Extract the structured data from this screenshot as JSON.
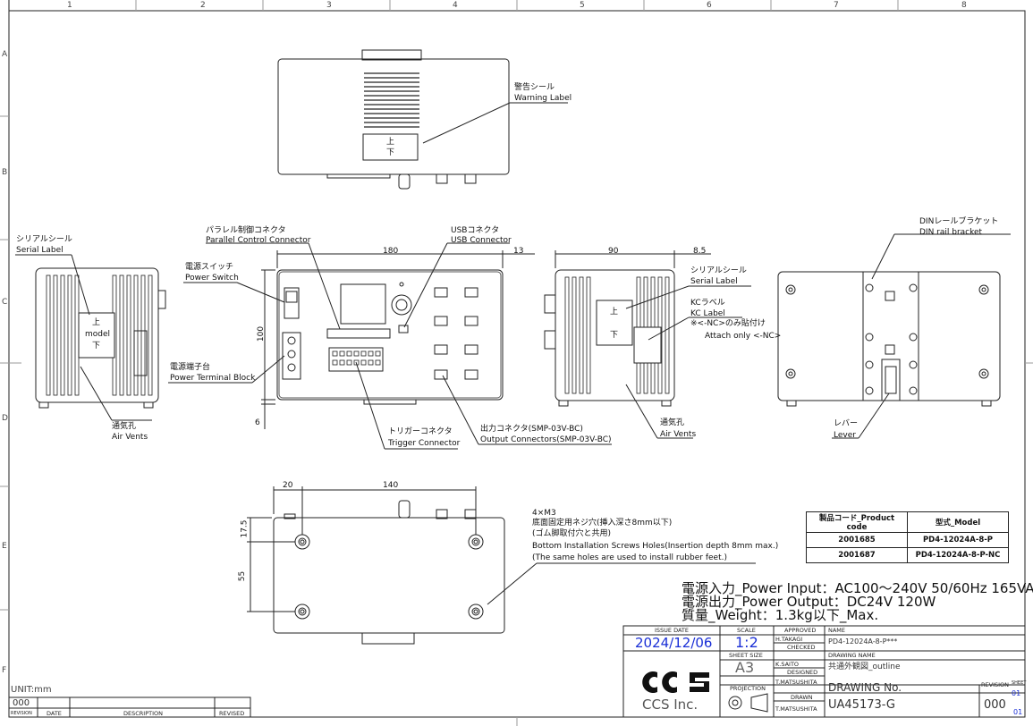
{
  "border": {
    "columns": [
      "1",
      "2",
      "3",
      "4",
      "5",
      "6",
      "7",
      "8"
    ],
    "rows": [
      "A",
      "B",
      "C",
      "D",
      "E",
      "F"
    ]
  },
  "top_view": {
    "warning_jp": "警告シール",
    "warning_en": "Warning Label",
    "mark_up": "上",
    "mark_down": "下"
  },
  "left_view": {
    "serial_jp": "シリアルシール",
    "serial_en": "Serial Label",
    "label_up": "上",
    "label_model": "model",
    "label_down": "下",
    "vents_jp": "通気孔",
    "vents_en": "Air Vents"
  },
  "front_view": {
    "parallel_jp": "パラレル制御コネクタ",
    "parallel_en": "Parallel Control Connector",
    "usb_jp": "USBコネクタ",
    "usb_en": "USB Connector",
    "switch_jp": "電源スイッチ",
    "switch_en": "Power Switch",
    "terminal_jp": "電源端子台",
    "terminal_en": "Power Terminal Block",
    "trigger_jp": "トリガーコネクタ",
    "trigger_en": "Trigger Connector",
    "output_jp": "出力コネクタ(SMP-03V-BC)",
    "output_en": "Output Connectors(SMP-03V-BC)",
    "dim_width": "180",
    "dim_height": "100",
    "dim_foot": "6",
    "dim_side": "13"
  },
  "right_view": {
    "dim_width": "90",
    "dim_side": "8.5",
    "serial_jp": "シリアルシール",
    "serial_en": "Serial Label",
    "kc_jp": "KCラベル",
    "kc_en": "KC Label",
    "kc_note_jp": "※<-NC>のみ貼付け",
    "kc_note_en": "Attach only <-NC>",
    "label_up": "上",
    "label_down": "下",
    "vents_jp": "通気孔",
    "vents_en": "Air Vents"
  },
  "rear_view": {
    "din_jp": "DINレールブラケット",
    "din_en": "DIN rail bracket",
    "lever_jp": "レバー",
    "lever_en": "Lever"
  },
  "bottom_view": {
    "dim_a": "20",
    "dim_b": "140",
    "dim_c": "17.5",
    "dim_d": "55",
    "holes_1": "4×M3",
    "holes_2": "底面固定用ネジ穴(挿入深さ8mm以下)",
    "holes_3": "(ゴム脚取付穴と共用)",
    "holes_4": "Bottom Installation Screws Holes(Insertion depth 8mm max.)",
    "holes_5": "(The same holes are used to install rubber feet.)"
  },
  "product_table": {
    "headers": [
      "製品コード_Product code",
      "型式_Model"
    ],
    "rows": [
      [
        "2001685",
        "PD4-12024A-8-P"
      ],
      [
        "2001687",
        "PD4-12024A-8-P-NC"
      ]
    ]
  },
  "specs": {
    "input": "電源入力_Power Input：AC100～240V 50/60Hz 165VA",
    "output": "電源出力_Power Output：DC24V 120W",
    "weight": "質量_Weight：1.3kg以下_Max."
  },
  "title_block": {
    "issue_date_label": "ISSUE DATE",
    "issue_date": "2024/12/06",
    "scale_label": "SCALE",
    "scale": "1:2",
    "approved_label": "APPROVED",
    "approved": "H.TAKAGI",
    "checked_label": "CHECKED",
    "checked": "K.SAITO",
    "designed_label": "DESIGNED",
    "designed": "T.MATSUSHITA",
    "drawn_label": "DRAWN",
    "drawn": "T.MATSUSHITA",
    "sheet_size_label": "SHEET SIZE",
    "sheet_size": "A3",
    "projection_label": "PROJECTION",
    "name_label": "NAME",
    "name": "PD4-12024A-8-P***",
    "drawing_name_label": "DRAWING NAME",
    "drawing_name": "共通外観図_outline",
    "drawing_no_label": "DRAWING No.",
    "drawing_no": "UA45173-G",
    "revision_label": "REVISION",
    "sheet_label": "SHEET",
    "revision": "000",
    "sheet_1": "01",
    "sheet_2": "01",
    "company_logo": "CCS",
    "company": "CCS Inc."
  },
  "revision_block": {
    "unit": "UNIT:mm",
    "rev": "000",
    "headers": [
      "REVISION",
      "DATE",
      "DESCRIPTION",
      "REVISED"
    ]
  },
  "colors": {
    "line": "#222222",
    "accent": "#1a2fd6"
  }
}
